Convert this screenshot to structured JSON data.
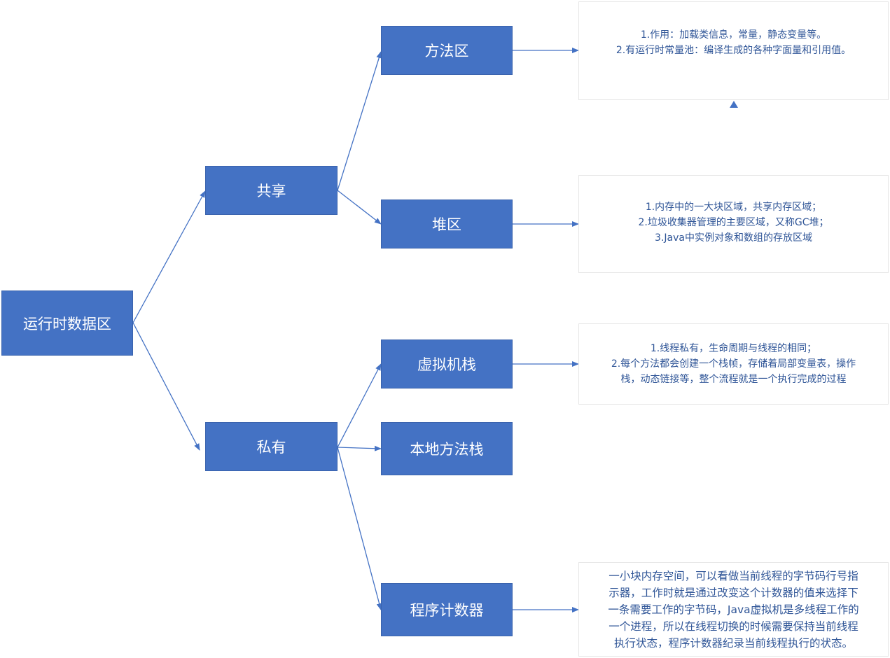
{
  "nodes": {
    "root": "运行时数据区",
    "shared": "共享",
    "private": "私有",
    "method_area": "方法区",
    "heap": "堆区",
    "vm_stack": "虚拟机栈",
    "native_stack": "本地方法栈",
    "pc_register": "程序计数器"
  },
  "notes": {
    "method_area": [
      "1.作用：加载类信息，常量，静态变量等。",
      "2.有运行时常量池：编译生成的各种字面量和引用值。"
    ],
    "heap": [
      "1.内存中的一大块区域，共享内存区域；",
      "2.垃圾收集器管理的主要区域，又称GC堆；",
      "3.Java中实例对象和数组的存放区域"
    ],
    "vm_stack": [
      "1.线程私有，生命周期与线程的相同；",
      "2.每个方法都会创建一个栈帧，存储着局部变量表，操作",
      "栈，动态链接等，整个流程就是一个执行完成的过程"
    ],
    "pc_register": [
      "一小块内存空间，可以看做当前线程的字节码行号指",
      "示器，工作时就是通过改变这个计数器的值来选择下",
      "一条需要工作的字节码，Java虚拟机是多线程工作的",
      "一个进程，所以在线程切换的时候需要保持当前线程",
      "执行状态，程序计数器纪录当前线程执行的状态。"
    ]
  },
  "colors": {
    "node_fill": "#4472c4",
    "arrow": "#4472c4",
    "note_text": "#2f5597"
  }
}
